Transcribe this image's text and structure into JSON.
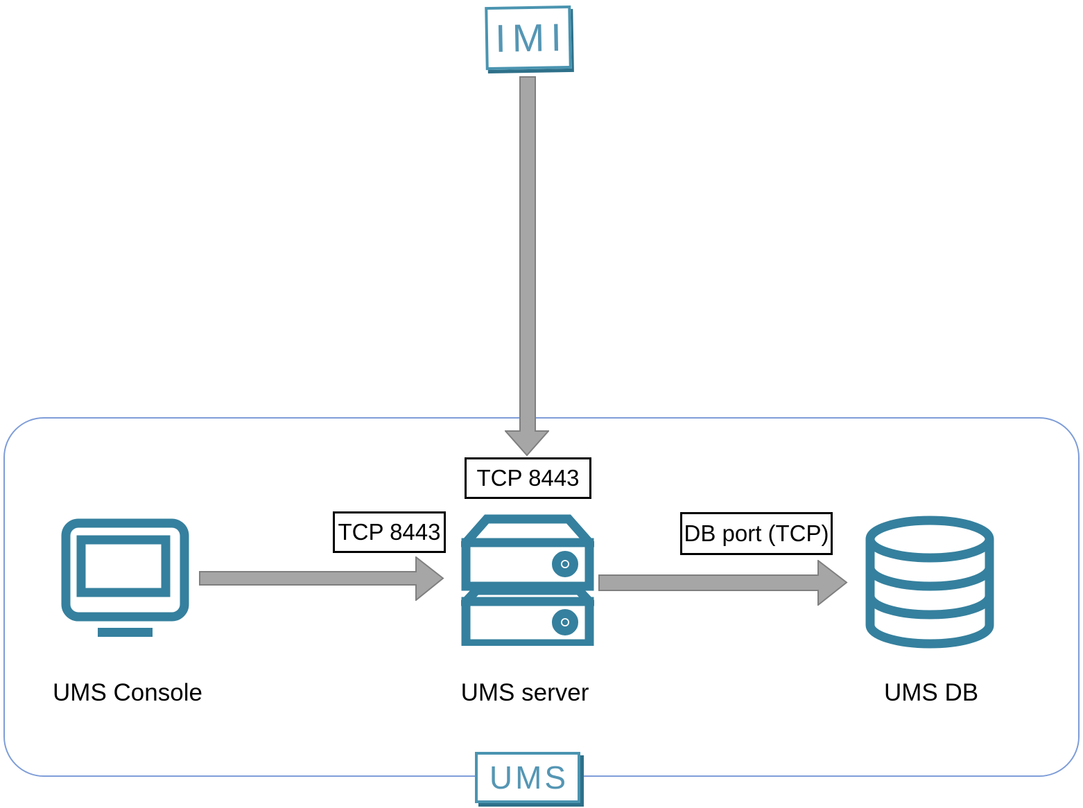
{
  "external_node": {
    "label": "IMI"
  },
  "boundary": {
    "label": "UMS"
  },
  "nodes": {
    "console": {
      "label": "UMS Console",
      "icon": "monitor-icon"
    },
    "server": {
      "label": "UMS server",
      "icon": "server-icon"
    },
    "db": {
      "label": "UMS DB",
      "icon": "database-icon"
    }
  },
  "connections": {
    "imi_to_server": {
      "from": "IMI",
      "to": "UMS server",
      "label": "TCP 8443",
      "direction": "down"
    },
    "console_to_server": {
      "from": "UMS Console",
      "to": "UMS server",
      "label": "TCP 8443",
      "direction": "right"
    },
    "server_to_db": {
      "from": "UMS server",
      "to": "UMS DB",
      "label": "DB port (TCP)",
      "direction": "right"
    }
  },
  "colors": {
    "teal": "#35809E",
    "brand_text": "#5596B4",
    "brand_border": "#4A94B0",
    "brand_shadow": "#2E7089",
    "boundary_border": "#7E9DD8",
    "arrow_fill": "#A6A6A6",
    "arrow_stroke": "#7F7F7F",
    "label_text": "#000000"
  }
}
